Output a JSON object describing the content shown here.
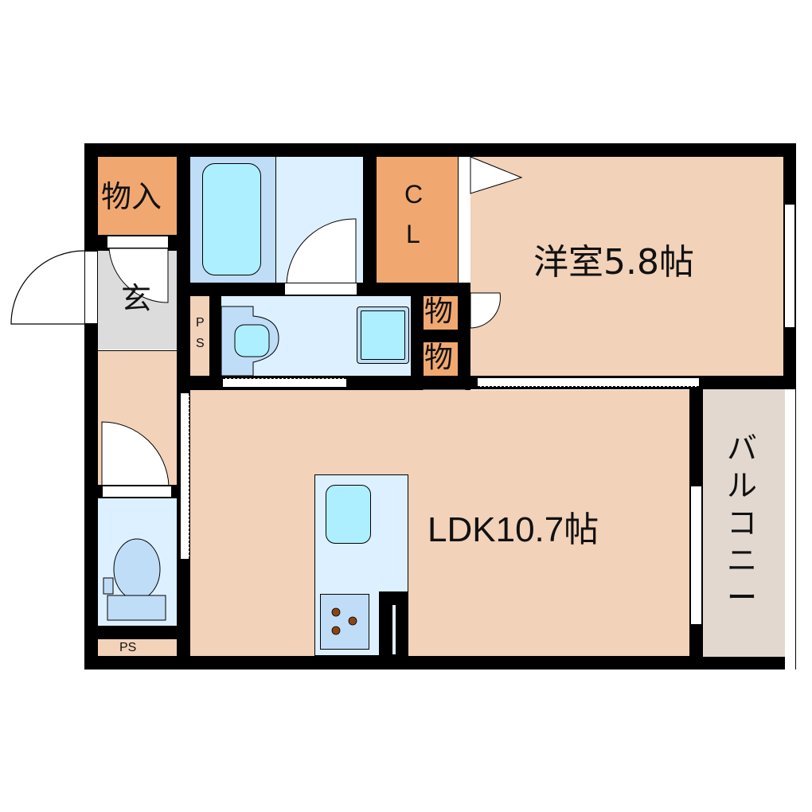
{
  "floorplan": {
    "rooms": {
      "storage_top": {
        "label": "物入",
        "color": "#F0A870"
      },
      "entrance": {
        "label": "玄",
        "color": "#DCDCDC"
      },
      "closet": {
        "label": "C\nL",
        "line1": "C",
        "line2": "L",
        "color": "#F0A870"
      },
      "western_room": {
        "label": "洋室5.8帖",
        "color": "#F2D2B8"
      },
      "small_storage_1": {
        "label": "物",
        "color": "#F0A870"
      },
      "small_storage_2": {
        "label": "物",
        "color": "#F0A870"
      },
      "ps_upper": {
        "label": "PS",
        "line1": "P",
        "line2": "S",
        "color": "#F2D2B8"
      },
      "ps_lower": {
        "label": "PS",
        "color": "#F2D2B8"
      },
      "ldk": {
        "label": "LDK10.7帖",
        "color": "#F2D2B8"
      },
      "balcony": {
        "label": "バルコニー",
        "chars": [
          "バ",
          "ル",
          "コ",
          "ニ",
          "ー"
        ],
        "color": "#E2D8D0"
      },
      "bathroom": {
        "color": "#DDF0FF"
      },
      "washroom": {
        "color": "#DDF0FF"
      },
      "toilet": {
        "color": "#DDF0FF"
      },
      "hallway": {
        "color": "#F2D2B8"
      }
    },
    "colors": {
      "wall": "#000000",
      "tub": "#AEEFFF",
      "fixture_mid": "#C0DDF8",
      "burner": "#8B4513"
    }
  }
}
